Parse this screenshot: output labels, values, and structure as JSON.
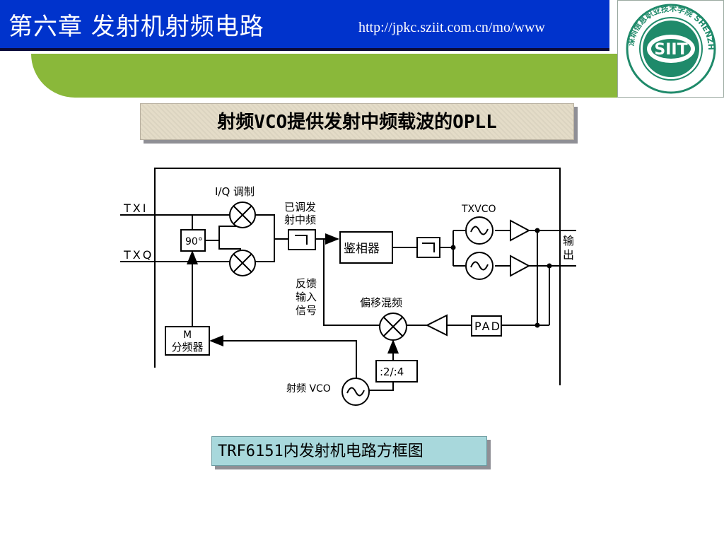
{
  "header": {
    "title": "第六章  发射机射频电路",
    "url": "http://jpkc.sziit.com.cn/mo/www"
  },
  "logo": {
    "text": "深圳信息职业技术学院 SHENZHEN INSTITUTE OF INFORMATION TECHNOLOGY",
    "initials": "SIIT",
    "color": "#1f8a6a"
  },
  "slide": {
    "title": "射频VCO提供发射中频载波的OPLL",
    "caption": "TRF6151内发射机电路方框图"
  },
  "diagram": {
    "inputs": {
      "txi": "TXI",
      "txq": "TXQ"
    },
    "iq_mod_label": "I/Q 调制",
    "phase_shift": "90°",
    "modulated_if": [
      "已调发",
      "射中频"
    ],
    "phase_detector": "鉴相器",
    "txvco_label": "TXVCO",
    "output_label": [
      "输",
      "出"
    ],
    "feedback_label": [
      "反馈",
      "输入",
      "信号"
    ],
    "offset_mixer_label": "偏移混频",
    "pad_label": "PAD",
    "m_divider": [
      "M",
      "分频器"
    ],
    "divider_ratio": ":2/:4",
    "rf_vco_label": "射频 VCO"
  },
  "colors": {
    "header_bg": "#0033cc",
    "band": "#8ab83a",
    "title_box": "#e4dcc8",
    "caption_box": "#a8d8dc"
  }
}
